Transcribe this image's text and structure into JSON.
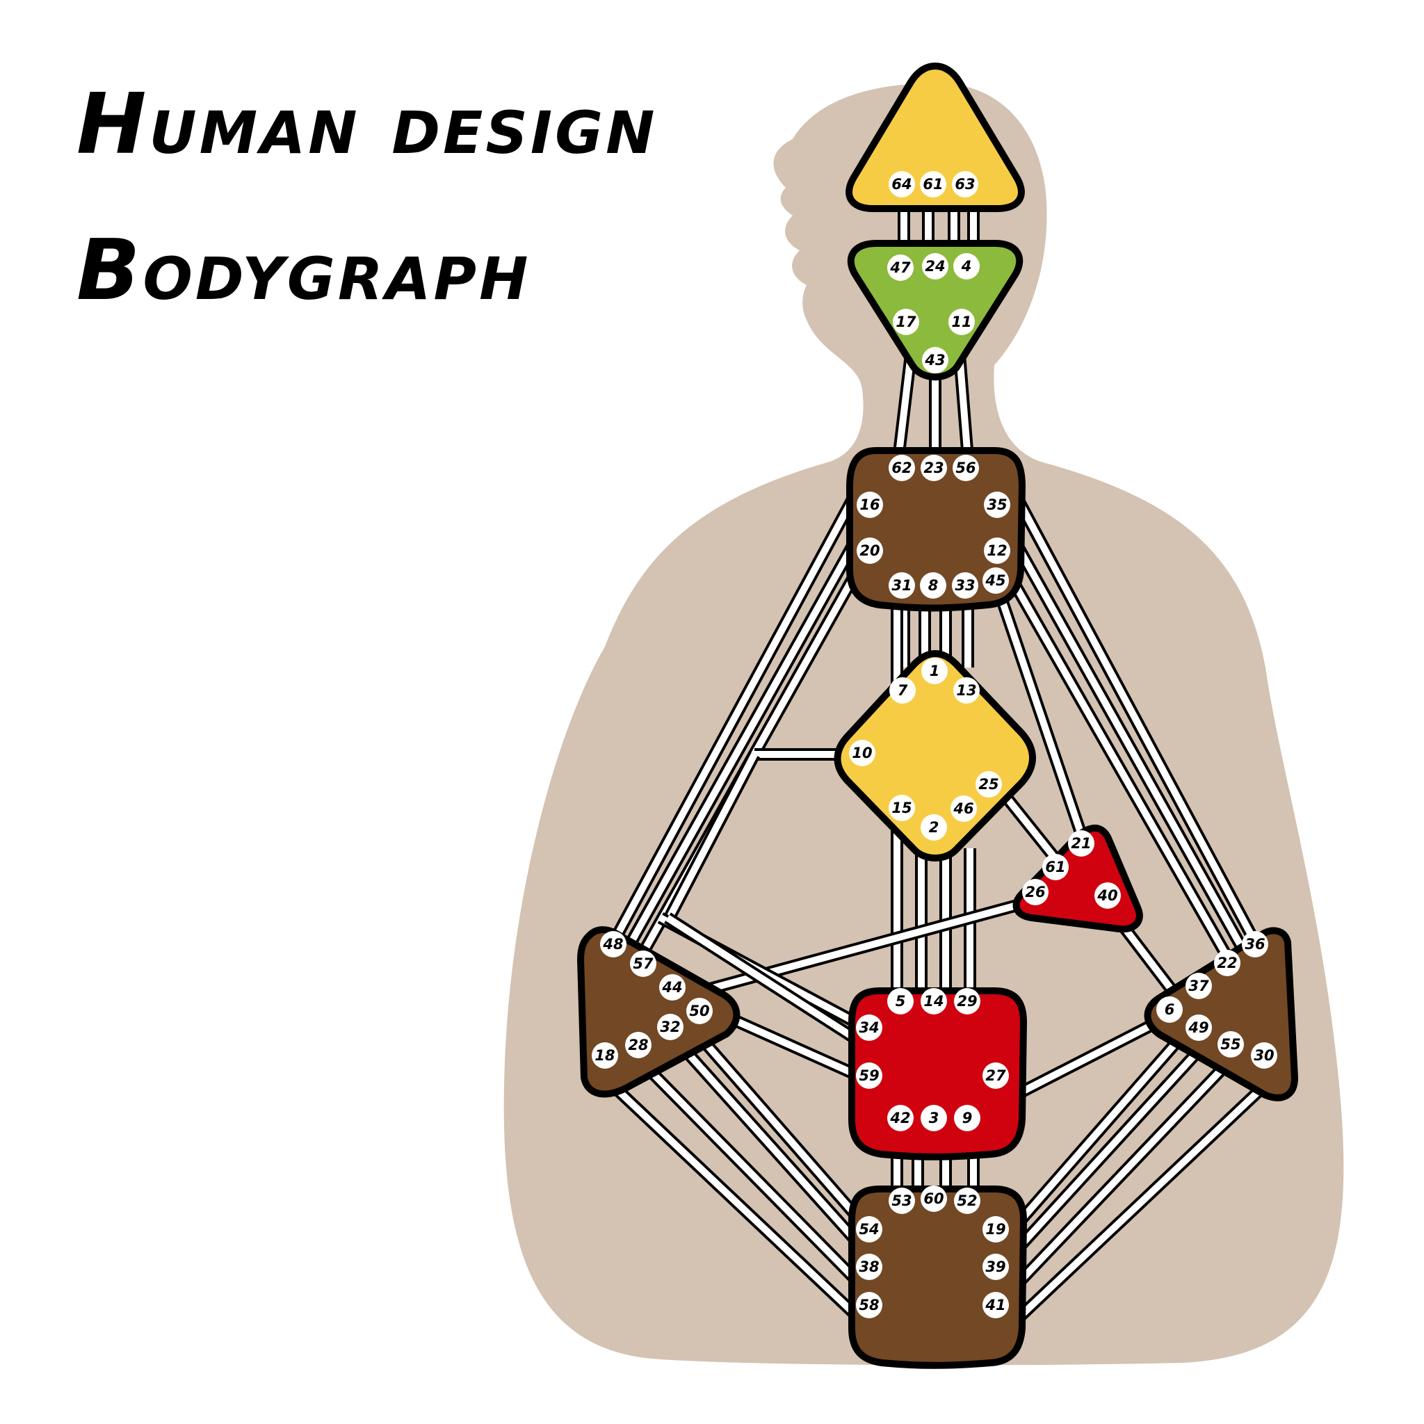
{
  "title": {
    "line1": "Human design",
    "line2": "Bodygraph"
  },
  "colors": {
    "silhouette": "#d4c2b2",
    "yellow": "#f7cc45",
    "green": "#8cba3c",
    "brown": "#734824",
    "red": "#d0020f",
    "outline": "#000000",
    "channel": "#ffffff"
  },
  "centers": [
    {
      "id": "head",
      "color": "yellow",
      "gates": [
        "64",
        "61",
        "63"
      ]
    },
    {
      "id": "ajna",
      "color": "green",
      "gates": [
        "47",
        "24",
        "4",
        "17",
        "11",
        "43"
      ]
    },
    {
      "id": "throat",
      "color": "brown",
      "gates": [
        "62",
        "23",
        "56",
        "16",
        "35",
        "20",
        "12",
        "31",
        "8",
        "33",
        "45"
      ]
    },
    {
      "id": "g",
      "color": "yellow",
      "gates": [
        "1",
        "7",
        "13",
        "10",
        "25",
        "15",
        "46",
        "2"
      ]
    },
    {
      "id": "heart",
      "color": "red",
      "gates": [
        "21",
        "61",
        "26",
        "40"
      ]
    },
    {
      "id": "spleen",
      "color": "brown",
      "gates": [
        "48",
        "57",
        "44",
        "50",
        "32",
        "28",
        "18"
      ]
    },
    {
      "id": "sacral",
      "color": "red",
      "gates": [
        "5",
        "14",
        "29",
        "34",
        "27",
        "59",
        "42",
        "3",
        "9"
      ]
    },
    {
      "id": "solar-plexus",
      "color": "brown",
      "gates": [
        "36",
        "22",
        "37",
        "6",
        "49",
        "55",
        "30"
      ]
    },
    {
      "id": "root",
      "color": "brown",
      "gates": [
        "53",
        "60",
        "52",
        "54",
        "19",
        "38",
        "39",
        "58",
        "41"
      ]
    }
  ]
}
